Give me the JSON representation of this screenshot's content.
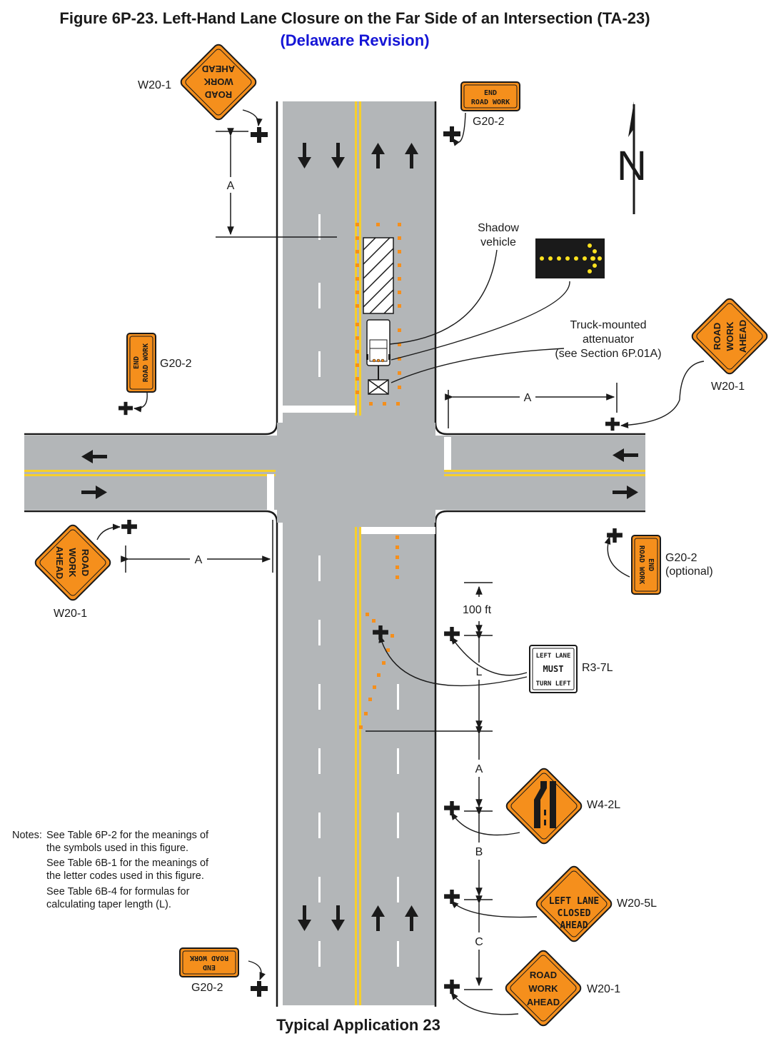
{
  "title": "Figure 6P-23. Left-Hand Lane Closure on the Far Side of an Intersection (TA-23)",
  "subtitle": "(Delaware Revision)",
  "caption": "Typical Application 23",
  "north_label": "N",
  "colors": {
    "road": "#b3b6b8",
    "yellow_line": "#f6cf2b",
    "white_line": "#ffffff",
    "sign_orange": "#f58f1c",
    "channelizer": "#f58f1c",
    "arrow_board": "#1a1a1a",
    "arrow_light": "#ffe21f",
    "subtitle_blue": "#1515d6"
  },
  "sign_codes": {
    "w20_1": "W20-1",
    "g20_2": "G20-2",
    "g20_2_optional_1": "G20-2",
    "g20_2_optional_2": "(optional)",
    "r3_7l": "R3-7L",
    "w4_2l": "W4-2L",
    "w20_5l": "W20-5L"
  },
  "sign_text": {
    "road": "ROAD",
    "work": "WORK",
    "ahead": "AHEAD",
    "end": "END",
    "road_work": "ROAD WORK",
    "left_lane": "LEFT LANE",
    "must": "MUST",
    "turn_left": "TURN LEFT",
    "closed": "CLOSED"
  },
  "labels": {
    "shadow_1": "Shadow",
    "shadow_2": "vehicle",
    "tma_1": "Truck-mounted",
    "tma_2": "attenuator",
    "tma_3": "(see Section 6P.01A)"
  },
  "dimensions": {
    "a": "A",
    "b": "B",
    "c": "C",
    "l": "L",
    "ft100": "100 ft"
  },
  "notes": {
    "prefix": "Notes:",
    "lines": [
      "See Table 6P-2 for the meanings of",
      "the symbols used in this figure.",
      "See Table 6B-1 for the meanings of",
      "the letter codes used in this figure.",
      "See Table 6B-4 for formulas for",
      "calculating taper length (L)."
    ]
  }
}
